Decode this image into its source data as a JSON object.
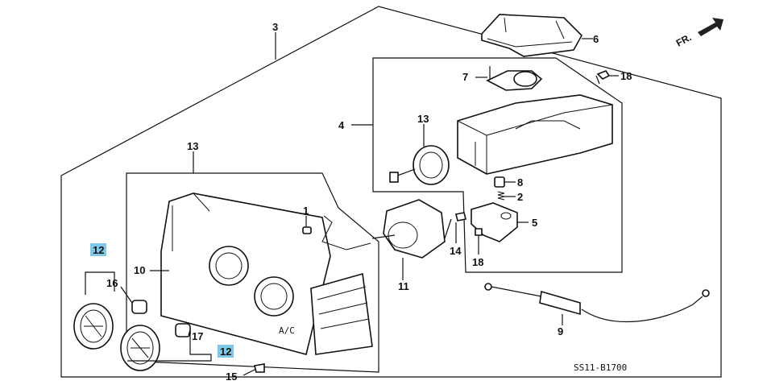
{
  "diagram": {
    "direction_marker": "FR.",
    "code": "SS11-B1700",
    "callouts": [
      {
        "id": "c1",
        "text": "1"
      },
      {
        "id": "c2",
        "text": "2"
      },
      {
        "id": "c3",
        "text": "3"
      },
      {
        "id": "c4",
        "text": "4"
      },
      {
        "id": "c5",
        "text": "5"
      },
      {
        "id": "c6",
        "text": "6"
      },
      {
        "id": "c7",
        "text": "7"
      },
      {
        "id": "c8",
        "text": "8"
      },
      {
        "id": "c9",
        "text": "9"
      },
      {
        "id": "c10",
        "text": "10"
      },
      {
        "id": "c11",
        "text": "11"
      },
      {
        "id": "c12a",
        "text": "12"
      },
      {
        "id": "c12b",
        "text": "12"
      },
      {
        "id": "c13a",
        "text": "13"
      },
      {
        "id": "c13b",
        "text": "13"
      },
      {
        "id": "c14",
        "text": "14"
      },
      {
        "id": "c15",
        "text": "15"
      },
      {
        "id": "c16",
        "text": "16"
      },
      {
        "id": "c17",
        "text": "17"
      },
      {
        "id": "c18a",
        "text": "18"
      },
      {
        "id": "c18b",
        "text": "18"
      }
    ],
    "panel_label": "A/C",
    "highlight_color": "#7ec8e8"
  }
}
